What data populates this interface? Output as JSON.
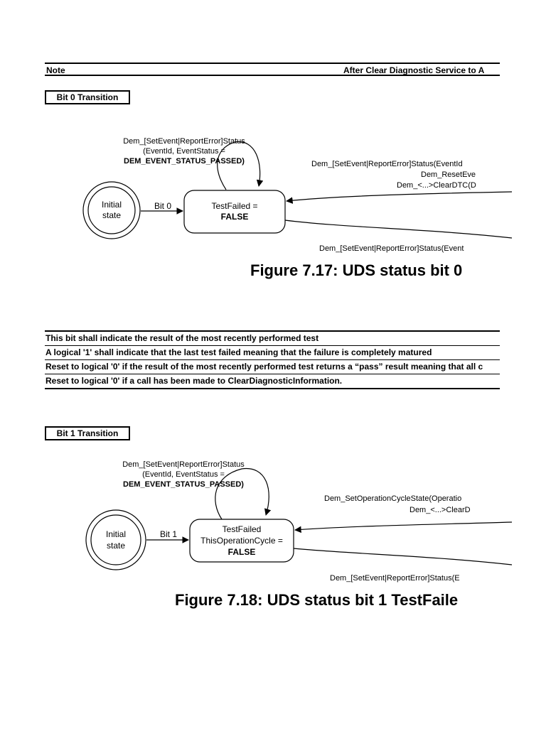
{
  "note": {
    "label": "Note",
    "text": "After Clear Diagnostic Service to A"
  },
  "bit0": {
    "transition_label": "Bit 0  Transition",
    "self_loop": [
      "Dem_[SetEvent|ReportError]Status",
      "(EventId, EventStatus =",
      "DEM_EVENT_STATUS_PASSED)"
    ],
    "initial_state": [
      "Initial",
      "state"
    ],
    "arrow_label": "Bit 0",
    "state": [
      "TestFailed =",
      "FALSE"
    ],
    "incoming": [
      "Dem_[SetEvent|ReportError]Status(EventId",
      "Dem_ResetEve",
      "Dem_<...>ClearDTC(D"
    ],
    "outgoing": "Dem_[SetEvent|ReportError]Status(Event",
    "caption": "Figure 7.17: UDS status bit 0"
  },
  "description_rows": [
    "This bit shall indicate the result of the most recently performed test",
    "A logical '1' shall indicate that the last test failed meaning that the failure is completely matured",
    "Reset to logical '0' if the result of the most recently performed test returns a “pass” result meaning that all c",
    "Reset to logical '0' if a call has been made to ClearDiagnosticInformation."
  ],
  "bit1": {
    "transition_label": "Bit 1  Transition",
    "self_loop": [
      "Dem_[SetEvent|ReportError]Status",
      "(EventId, EventStatus =",
      "DEM_EVENT_STATUS_PASSED)"
    ],
    "initial_state": [
      "Initial",
      "state"
    ],
    "arrow_label": "Bit 1",
    "state": [
      "TestFailed",
      "ThisOperationCycle =",
      "FALSE"
    ],
    "incoming": [
      "Dem_SetOperationCycleState(Operatio",
      "Dem_<...>ClearD"
    ],
    "outgoing": "Dem_[SetEvent|ReportError]Status(E",
    "caption": "Figure 7.18: UDS status bit 1 TestFaile"
  }
}
